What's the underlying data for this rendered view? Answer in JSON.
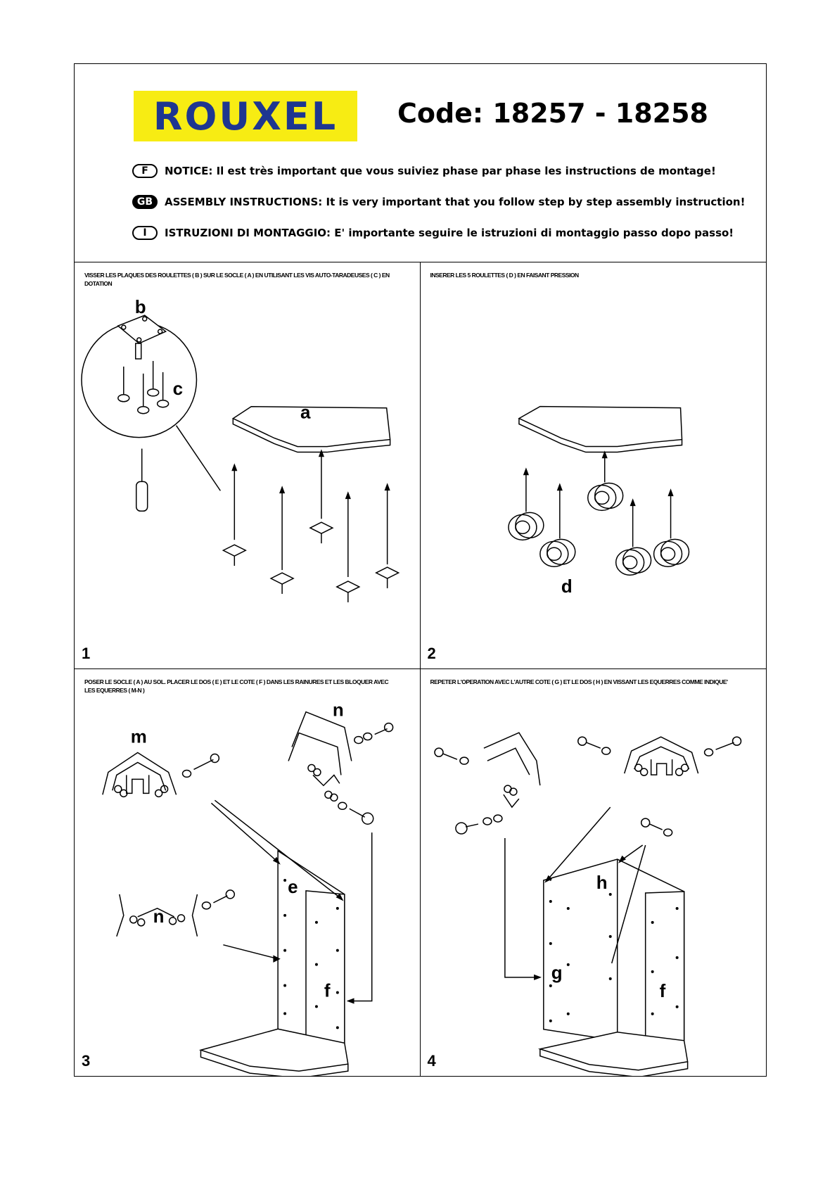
{
  "brand": {
    "logo_text": "ROUXEL",
    "logo_color": "#1e3690",
    "logo_bg": "#f7ec13"
  },
  "code": "Code: 18257 - 18258",
  "notices": [
    {
      "badge": "F",
      "text": "NOTICE: Il est très important que vous suiviez phase par phase les instructions de montage!"
    },
    {
      "badge": "GB",
      "text": "ASSEMBLY INSTRUCTIONS: It is very important that you follow step by step assembly instruction!"
    },
    {
      "badge": "I",
      "text": "ISTRUZIONI DI MONTAGGIO: E' importante seguire le istruzioni di montaggio passo dopo passo!"
    }
  ],
  "steps": [
    {
      "number": "1",
      "text": "VISSER LES PLAQUES DES ROULETTES ( b ) SUR LE SOCLE ( a ) EN UTILISANT LES VIS AUTO-TARADEUSES ( c ) EN DOTATION",
      "labels": {
        "a": "a",
        "b": "b",
        "c": "c"
      }
    },
    {
      "number": "2",
      "text": "INSERER LES 5 ROULETTES ( d ) EN FAISANT PRESSION",
      "labels": {
        "d": "d"
      }
    },
    {
      "number": "3",
      "text": "POSER LE SOCLE ( a ) AU SOL. PLACER LE DOS ( e ) ET LE COTE ( f ) DANS LES RAINURES ET LES BLOQUER AVEC LES EQUERRES ( m-n )",
      "labels": {
        "m": "m",
        "n1": "n",
        "n2": "n",
        "e": "e",
        "f": "f"
      }
    },
    {
      "number": "4",
      "text": "REPETER L'OPERATION AVEC L'AUTRE COTE ( g ) ET LE DOS ( h ) EN VISSANT LES EQUERRES COMME INDIQUE'",
      "labels": {
        "h": "h",
        "g": "g",
        "f": "f"
      }
    }
  ]
}
